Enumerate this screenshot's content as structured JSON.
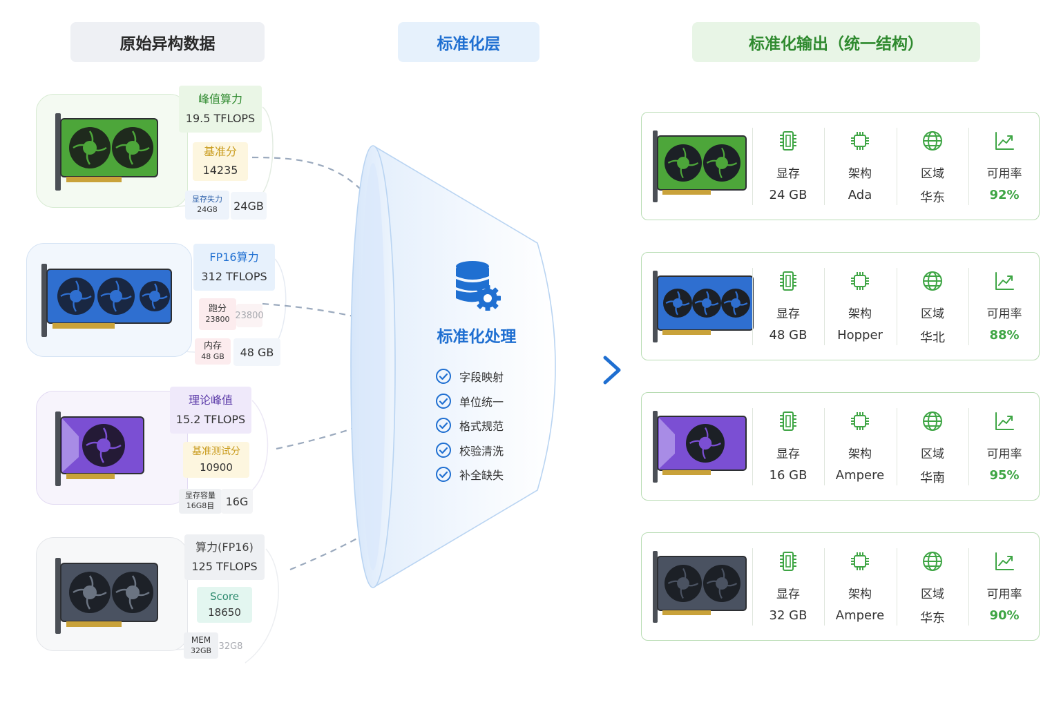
{
  "headers": {
    "left": "原始异构数据",
    "middle": "标准化层",
    "right": "标准化输出（统一结构）"
  },
  "sources": [
    {
      "color": "#4da63a",
      "fields": {
        "compute_key": "峰值算力",
        "compute_val": "19.5 TFLOPS",
        "score_key": "基准分",
        "score_val": "14235",
        "mem_key": "显存失力",
        "mem_sub": "24G8",
        "mem_val": "24GB"
      }
    },
    {
      "color": "#2f6fd0",
      "fields": {
        "compute_key": "FP16算力",
        "compute_val": "312 TFLOPS",
        "score_key": "跑分",
        "score_sub": "23800",
        "score_faint": "23800",
        "mem_key": "内存",
        "mem_sub": "48 GB",
        "mem_val": "48 GB"
      }
    },
    {
      "color": "#7b4fd3",
      "fields": {
        "compute_key": "理论峰值",
        "compute_val": "15.2 TFLOPS",
        "score_key": "基准测试分",
        "score_val": "10900",
        "mem_key": "显存容量",
        "mem_sub": "16G8目",
        "mem_val": "16G"
      }
    },
    {
      "color": "#4a5261",
      "fields": {
        "compute_key": "算力(FP16)",
        "compute_val": "125 TFLOPS",
        "score_key": "Score",
        "score_val": "18650",
        "mem_key": "MEM",
        "mem_sub": "32GB",
        "mem_faint": "32G8"
      }
    }
  ],
  "center": {
    "title": "标准化处理",
    "steps": [
      "字段映射",
      "单位统一",
      "格式规范",
      "校验清洗",
      "补全缺失"
    ]
  },
  "output_labels": {
    "memory": "显存",
    "arch": "架构",
    "region": "区域",
    "availability": "可用率"
  },
  "outputs": [
    {
      "memory": "24 GB",
      "arch": "Ada",
      "region": "华东",
      "availability": "92%"
    },
    {
      "memory": "48 GB",
      "arch": "Hopper",
      "region": "华北",
      "availability": "88%"
    },
    {
      "memory": "16 GB",
      "arch": "Ampere",
      "region": "华南",
      "availability": "95%"
    },
    {
      "memory": "32 GB",
      "arch": "Ampere",
      "region": "华东",
      "availability": "90%"
    }
  ],
  "icons": {
    "memory": "memory-chip-icon",
    "arch": "processor-chip-icon",
    "region": "globe-icon",
    "availability": "trend-chart-icon",
    "center": "database-gear-icon",
    "step": "check-circle-icon",
    "flow": "arrow-right-icon"
  },
  "colors": {
    "accent_blue": "#1f6fd1",
    "accent_green": "#3ea544",
    "output_border": "#b7dcb2"
  }
}
